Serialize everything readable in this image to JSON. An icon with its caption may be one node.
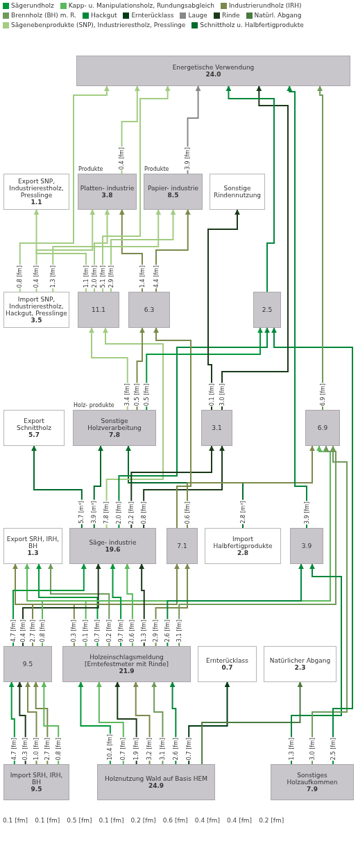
{
  "diagram": {
    "nodes": [
      {
        "text": [
          "Import SRH, IRH, BH",
          "9.5"
        ]
      },
      {
        "text": [
          "Holznutzung Wald auf Basis HEM",
          "24.9"
        ]
      },
      {
        "text": [
          "Natürlicher Abgang",
          "2.3"
        ]
      },
      {
        "text": [
          "Sonstiges Holzaufkommen",
          "7.9"
        ]
      },
      {
        "text": [
          "Holzeinschlagsmeldung [Erntefestmeter mit Rinde]",
          "21.9"
        ]
      },
      {
        "text": [
          "Ernterücklass",
          "0.7"
        ]
      },
      {
        "text": [
          "9.5"
        ]
      },
      {
        "text": [
          "Export SRH, IRH, BH",
          "1.3"
        ]
      },
      {
        "text": [
          "3.9"
        ]
      },
      {
        "text": [
          "Säge- industrie",
          "19.6"
        ]
      },
      {
        "text": [
          "7.1"
        ]
      },
      {
        "text": [
          "6.9"
        ]
      },
      {
        "text": [
          "2.5"
        ]
      },
      {
        "text": [
          "Export Schnittholz",
          "5.7"
        ]
      },
      {
        "text": [
          "Import Halbfertigprodukte",
          "2.8"
        ]
      },
      {
        "text": [
          "Sonstige Holzverarbeitung",
          "7.8"
        ],
        "beside": [
          "Holz- produkte"
        ]
      },
      {
        "text": [
          "6.3"
        ]
      },
      {
        "text": [
          "11.1"
        ]
      },
      {
        "text": [
          "3.1"
        ]
      },
      {
        "text": [
          "Export SNP, Industrierestholz, Presslinge",
          "1.1"
        ]
      },
      {
        "text": [
          "Import SNP, Industrierestholz, Hackgut, Presslinge",
          "3.5"
        ]
      },
      {
        "text": [
          "Platten- industrie",
          "3.8"
        ],
        "beside": [
          "Produkte"
        ]
      },
      {
        "text": [
          "Papier- industrie",
          "8.5"
        ],
        "beside": [
          "Produkte"
        ]
      },
      {
        "text": [
          "Sonstige Rindennutzung"
        ]
      },
      {
        "text": [
          "Energetische Verwendung",
          "24.0"
        ]
      }
    ],
    "edges": [
      {
        "from": 1,
        "to": 4,
        "arrow": "to",
        "label": "10.4 [fm]",
        "color": "#00973a"
      },
      {
        "from": 1,
        "to": 4,
        "arrow": "to",
        "label": "0.7 [fm]",
        "color": "#5cb85c"
      },
      {
        "from": 1,
        "to": 4,
        "arrow": "to",
        "label": "1.9 [fm]",
        "color": "#1a3a1a"
      },
      {
        "from": 1,
        "to": 4,
        "arrow": "to",
        "label": "3.2 [fm]",
        "color": "#7a8a4a"
      },
      {
        "from": 1,
        "to": 4,
        "arrow": "to",
        "label": "3.1 [fm]",
        "color": "#6f9a5a"
      },
      {
        "from": 1,
        "to": 4,
        "arrow": "to",
        "label": "2.6 [fm]",
        "color": "#00873a"
      },
      {
        "from": 1,
        "to": 5,
        "arrow": "to",
        "label": "0.7 [fm]",
        "color": "#003b16"
      },
      {
        "from": 1,
        "to": 2,
        "arrow": "to",
        "color": "#4a7a40"
      },
      {
        "from": 0,
        "to": 6,
        "arrow": "to",
        "label": "4.7 [fm]",
        "color": "#00973a"
      },
      {
        "from": 0,
        "to": 6,
        "arrow": "to",
        "label": "0.3 [fm]",
        "color": "#1a3a1a"
      },
      {
        "from": 0,
        "to": 6,
        "arrow": "to",
        "label": "1.0 [fm]",
        "color": "#7a8a4a"
      },
      {
        "from": 0,
        "to": 6,
        "arrow": "to",
        "label": "2.7 [fm]",
        "color": "#7a8a4a"
      },
      {
        "from": 0,
        "to": 6,
        "arrow": "to",
        "label": "0.8 [fm]",
        "color": "#5cb85c"
      },
      {
        "from": 4,
        "to": 7,
        "arrow": "to",
        "label": "0.3 [fm]",
        "color": "#7a8a4a"
      },
      {
        "from": 4,
        "to": 7,
        "arrow": "to",
        "label": "0.1 [fm]",
        "color": "#5cb85c"
      },
      {
        "from": 4,
        "to": 7,
        "arrow": "to",
        "label": "0.7 [fm]",
        "color": "#00973a"
      },
      {
        "from": 4,
        "to": 7,
        "arrow": "to",
        "label": "0.2 [fm]",
        "color": "#6f9a5a"
      },
      {
        "from": 6,
        "to": 9,
        "arrow": "to",
        "label": "4.7 [fm]",
        "color": "#00973a"
      },
      {
        "from": 6,
        "to": 9,
        "arrow": "to",
        "label": "0.4 [fm]",
        "color": "#1a3a1a"
      },
      {
        "from": 6,
        "to": 10,
        "arrow": "to",
        "label": "2.7 [fm]",
        "color": "#7a8a4a"
      },
      {
        "from": 6,
        "to": 11,
        "arrow": "to",
        "label": "0.8 [fm]",
        "color": "#5cb85c"
      },
      {
        "from": 4,
        "to": 9,
        "arrow": "to",
        "label": "9.7 [fm]",
        "color": "#00973a"
      },
      {
        "from": 4,
        "to": 9,
        "arrow": "to",
        "label": "0.6 [fm]",
        "color": "#5cb85c"
      },
      {
        "from": 4,
        "to": 9,
        "arrow": "to",
        "label": "1.3 [fm]",
        "color": "#1a3a1a"
      },
      {
        "from": 4,
        "to": 10,
        "arrow": "to",
        "label": "2.9 [fm]",
        "color": "#7a8a4a"
      },
      {
        "from": 4,
        "to": 11,
        "arrow": "to",
        "label": "3.1 [fm]",
        "color": "#6f9a5a"
      },
      {
        "from": 4,
        "to": 8,
        "arrow": "to",
        "label": "2.6 [fm]",
        "color": "#00873a"
      },
      {
        "from": 3,
        "to": 8,
        "arrow": "to",
        "label": "1.3 [fm]",
        "color": "#00873a"
      },
      {
        "from": 3,
        "to": 11,
        "arrow": "to",
        "label": "3.0 [fm]",
        "color": "#6f9a5a"
      },
      {
        "from": 3,
        "to": 12,
        "arrow": "to",
        "label": "2.5 [fm]",
        "color": "#00873a"
      },
      {
        "from": 9,
        "to": 13,
        "arrow": "to",
        "label": "5.7 [m³]",
        "color": "#006b2a"
      },
      {
        "from": 9,
        "to": 15,
        "arrow": "to",
        "label": "3.9 [m³]",
        "color": "#006b2a"
      },
      {
        "from": 14,
        "to": 15,
        "arrow": "to",
        "label": "2.8 [m³]",
        "color": "#006b2a"
      },
      {
        "from": 9,
        "to": 17,
        "arrow": "to",
        "label": "7.8 [fm]",
        "color": "#a3cc82"
      },
      {
        "from": 9,
        "to": 12,
        "arrow": "to",
        "label": "2.0 [fm]",
        "color": "#00873a"
      },
      {
        "from": 9,
        "to": 18,
        "arrow": "to",
        "label": "2.2 [fm]",
        "color": "#1a3a1a"
      },
      {
        "from": 9,
        "to": 18,
        "arrow": "to",
        "label": "0.8 [fm]",
        "color": "#1a3a1a"
      },
      {
        "from": 10,
        "to": 16,
        "arrow": "to",
        "color": "#7a8a4a"
      },
      {
        "from": 10,
        "to": 11,
        "arrow": "to",
        "label": "0.6 [fm]",
        "color": "#7a8a4a"
      },
      {
        "from": 15,
        "to": 16,
        "arrow": "to",
        "label": "0.5 [fm]",
        "color": "#7a8a4a"
      },
      {
        "from": 15,
        "to": 17,
        "arrow": "to",
        "label": "3.4 [fm]",
        "color": "#a3cc82"
      },
      {
        "from": 15,
        "to": 12,
        "arrow": "to",
        "label": "0.5 [fm]",
        "color": "#00973a"
      },
      {
        "from": 16,
        "to": 21,
        "arrow": "to",
        "label": "1.4 [fm]",
        "color": "#7a8a4a"
      },
      {
        "from": 16,
        "to": 22,
        "arrow": "to",
        "label": "4.4 [fm]",
        "color": "#7a8a4a"
      },
      {
        "from": 18,
        "to": 23,
        "arrow": "to",
        "label": "0.1 [fm]",
        "color": "#1a3a1a"
      },
      {
        "from": 17,
        "to": 21,
        "arrow": "to",
        "label": "2.0 [fm]",
        "color": "#a3cc82"
      },
      {
        "from": 17,
        "to": 22,
        "arrow": "to",
        "label": "2.9 [fm]",
        "color": "#a3cc82"
      },
      {
        "from": 17,
        "to": 24,
        "arrow": "to",
        "label": "5.1 [fm]",
        "color": "#a3cc82"
      },
      {
        "from": 17,
        "to": 19,
        "arrow": "to",
        "label": "1.1 [fm]",
        "color": "#a3cc82"
      },
      {
        "from": 20,
        "to": 21,
        "arrow": "to",
        "label": "0.4 [fm]",
        "color": "#a3cc82"
      },
      {
        "from": 20,
        "to": 22,
        "arrow": "to",
        "label": "1.3 [fm]",
        "color": "#a3cc82"
      },
      {
        "from": 20,
        "to": 24,
        "arrow": "to",
        "label": "0.8 [fm]",
        "color": "#a3cc82"
      },
      {
        "from": 21,
        "to": 24,
        "arrow": "to",
        "label": "0.4 [fm]",
        "color": "#a3cc82"
      },
      {
        "from": 22,
        "to": 24,
        "arrow": "to",
        "label": "3.9 [fm]",
        "color": "#888888"
      },
      {
        "from": 18,
        "to": 24,
        "arrow": "to",
        "label": "3.0 [fm]",
        "color": "#1a3a1a"
      },
      {
        "from": 8,
        "to": 24,
        "arrow": "to",
        "label": "3.9 [fm]",
        "color": "#00873a"
      },
      {
        "from": 11,
        "to": 24,
        "arrow": "to",
        "label": "6.9 [fm]",
        "color": "#6f9a5a"
      },
      {
        "from": 12,
        "to": 24,
        "arrow": "to",
        "color": "#00873a"
      }
    ],
    "labels": [
      "0.1 [fm]",
      "0.1 [fm]",
      "0.5 [fm]",
      "0.1 [fm]",
      "0.2 [fm]",
      "0.6 [fm]",
      "0.4 [fm]",
      "0.4 [fm]",
      "0.2 [fm]"
    ],
    "legend": [
      {
        "text": "Sägerundholz",
        "color": "#00973a"
      },
      {
        "text": "Kapp- u. Manipulationsholz, Rundungsabgleich",
        "color": "#5cb85c"
      },
      {
        "text": "Industrierundholz (IRH)",
        "color": "#7a8a4a"
      },
      {
        "text": "Brennholz (BH) m. R.",
        "color": "#6f9a5a"
      },
      {
        "text": "Hackgut",
        "color": "#00873a"
      },
      {
        "text": "Ernterücklass",
        "color": "#003b16"
      },
      {
        "text": "Lauge",
        "color": "#888888"
      },
      {
        "text": "Rinde",
        "color": "#1a3a1a"
      },
      {
        "text": "Natürl. Abgang",
        "color": "#4a7a40"
      },
      {
        "text": "Sägenebenprodukte (SNP), Industrierestholz, Presslinge",
        "color": "#a3cc82"
      },
      {
        "text": "Schnittholz u. Halbfertigprodukte",
        "color": "#006b2a"
      }
    ]
  }
}
